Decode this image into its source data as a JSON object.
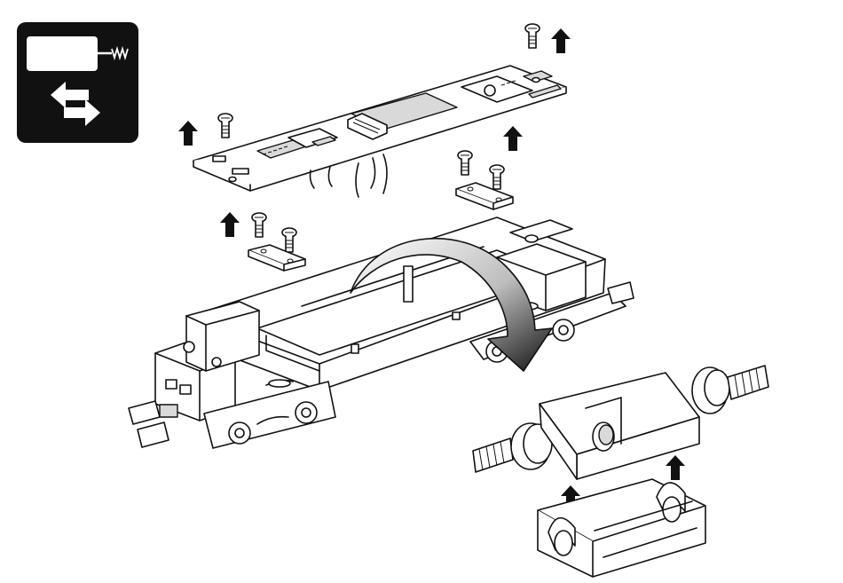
{
  "diagram": {
    "background": "#ffffff",
    "line_color": "#111111",
    "icon": {
      "name": "swap-decoder-icon",
      "background": "#111111",
      "foreground": "#ffffff"
    },
    "parts": [
      "circuit-board",
      "board-screws",
      "clamp-plates",
      "locomotive-chassis",
      "motor",
      "motor-cradle"
    ],
    "arrows": [
      "up",
      "up",
      "up",
      "up",
      "up",
      "up",
      "curved"
    ]
  }
}
